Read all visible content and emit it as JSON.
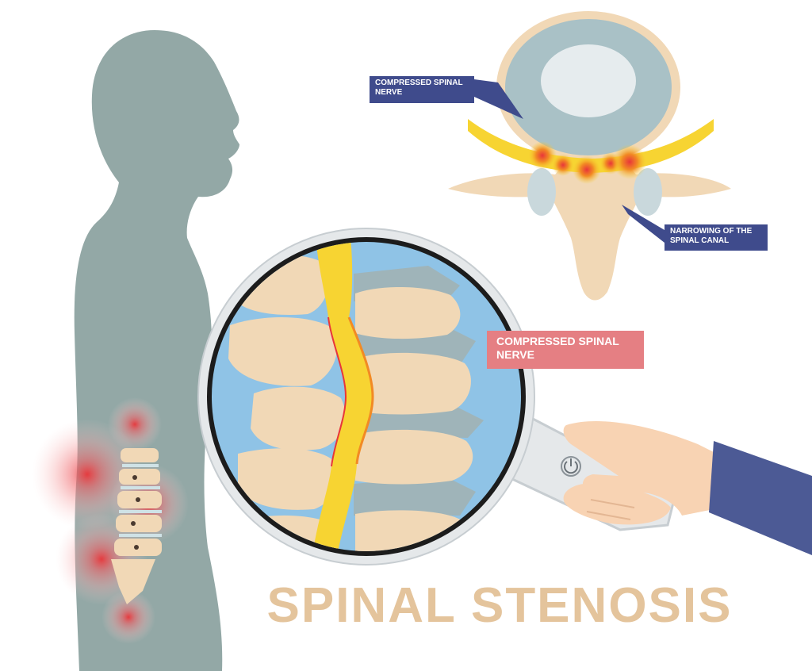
{
  "title": "SPINAL STENOSIS",
  "labels": {
    "vertebra_compressed": "COMPRESSED SPINAL\nNERVE",
    "narrowing": "NARROWING OF THE\nSPINAL CANAL",
    "magnified_compressed": "COMPRESSED SPINAL\nNERVE"
  },
  "colors": {
    "silhouette": "#93a8a6",
    "bone": "#f1d8b6",
    "disc": "#9fb4b9",
    "nerve": "#f7d432",
    "pain_red": "#e8363a",
    "callout_blue": "#3f4b8c",
    "callout_pink": "#e57f83",
    "lens_blue": "#8fc3e6",
    "title": "#e4c49c",
    "sleeve": "#4c5a95",
    "skin": "#f8d3b3"
  },
  "icons": [
    "human-silhouette",
    "magnifying-glass",
    "power-icon",
    "hand"
  ]
}
